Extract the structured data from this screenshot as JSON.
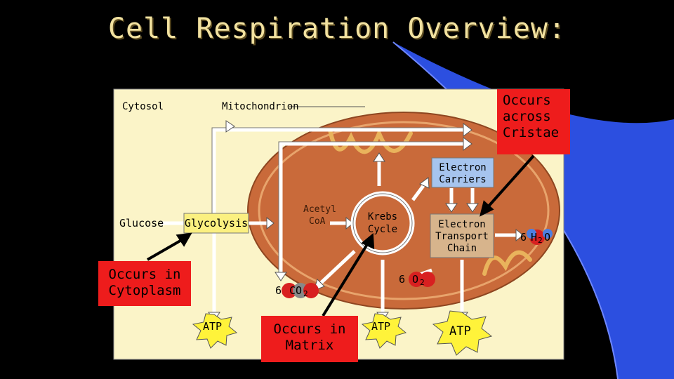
{
  "slide": {
    "title": "Cell Respiration Overview:",
    "colors": {
      "background": "#000000",
      "panel": "#fbf4c8",
      "callout": "#ee1c1c",
      "mitochondrion": "#c96a3a",
      "accent_blue": "#2c4fe0"
    }
  },
  "diagram": {
    "cytosol_label": "Cytosol",
    "mitochondrion_label": "Mitochondrion",
    "glucose_label": "Glucose",
    "glycolysis_label": "Glycolysis",
    "acetyl_coa_line1": "Acetyl",
    "acetyl_coa_line2": "CoA",
    "krebs_line1": "Krebs",
    "krebs_line2": "Cycle",
    "electron_carriers_line1": "Electron",
    "electron_carriers_line2": "Carriers",
    "etc_line1": "Electron",
    "etc_line2": "Transport",
    "etc_line3": "Chain",
    "co2_coefficient": "6",
    "co2_label": "CO",
    "co2_sub": "2",
    "o2_coefficient": "6",
    "o2_label": "O",
    "o2_sub": "2",
    "h2o_coefficient": "6",
    "h2o_label_h": "H",
    "h2o_sub": "2",
    "h2o_label_o": "O",
    "atp_1": "ATP",
    "atp_2": "ATP",
    "atp_3": "ATP"
  },
  "callouts": {
    "cristae_line1": "Occurs",
    "cristae_line2": "across",
    "cristae_line3": "Cristae",
    "cytoplasm_line1": "Occurs in",
    "cytoplasm_line2": "Cytoplasm",
    "matrix_line1": "Occurs in",
    "matrix_line2": "Matrix"
  }
}
